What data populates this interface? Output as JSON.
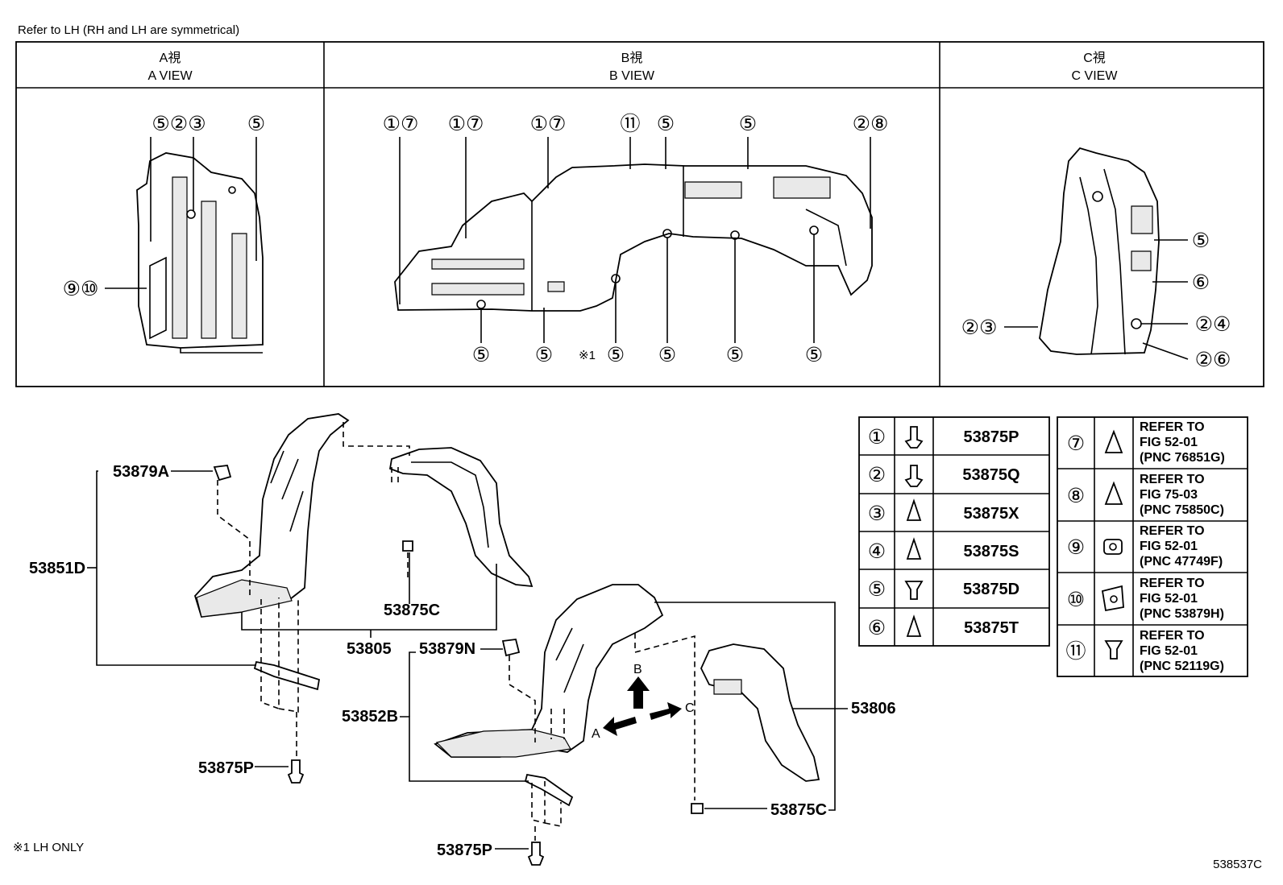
{
  "note_top": "Refer to LH (RH and LH are symmetrical)",
  "note_bottom": "※1 LH ONLY",
  "diagram_code": "538537C",
  "views": [
    {
      "jp": "A視",
      "en": "A VIEW"
    },
    {
      "jp": "B視",
      "en": "B VIEW"
    },
    {
      "jp": "C視",
      "en": "C VIEW"
    }
  ],
  "a_view": {
    "top_callouts": [
      "⑤②③",
      "⑤"
    ],
    "side_callout": "⑨⑩"
  },
  "b_view": {
    "top_callouts": [
      "①⑦",
      "①⑦",
      "①⑦",
      "⑪",
      "⑤",
      "⑤",
      "②⑧"
    ],
    "bottom_callouts": [
      "⑤",
      "⑤",
      "⑤",
      "⑤",
      "⑤",
      "⑤"
    ],
    "lh_mark": "※1"
  },
  "c_view": {
    "left_callout": "②③",
    "right_callouts": [
      "⑤",
      "⑥",
      "②④",
      "②⑥"
    ]
  },
  "parts": {
    "p53879A": "53879A",
    "p53851D": "53851D",
    "p53875C_a": "53875C",
    "p53805": "53805",
    "p53879N": "53879N",
    "p53852B": "53852B",
    "p53875P_a": "53875P",
    "p53806": "53806",
    "p53875C_b": "53875C",
    "p53875P_b": "53875P"
  },
  "arrows": {
    "a": "A",
    "b": "B",
    "c": "C"
  },
  "legend_left": [
    {
      "num": "①",
      "pn": "53875P"
    },
    {
      "num": "②",
      "pn": "53875Q"
    },
    {
      "num": "③",
      "pn": "53875X"
    },
    {
      "num": "④",
      "pn": "53875S"
    },
    {
      "num": "⑤",
      "pn": "53875D"
    },
    {
      "num": "⑥",
      "pn": "53875T"
    }
  ],
  "legend_right": [
    {
      "num": "⑦",
      "line1": "REFER TO",
      "line2": "FIG 52-01",
      "line3": "(PNC 76851G)"
    },
    {
      "num": "⑧",
      "line1": "REFER TO",
      "line2": "FIG 75-03",
      "line3": "(PNC 75850C)"
    },
    {
      "num": "⑨",
      "line1": "REFER TO",
      "line2": "FIG 52-01",
      "line3": "(PNC 47749F)"
    },
    {
      "num": "⑩",
      "line1": "REFER TO",
      "line2": "FIG 52-01",
      "line3": "(PNC 53879H)"
    },
    {
      "num": "⑪",
      "line1": "REFER TO",
      "line2": "FIG 52-01",
      "line3": "(PNC 52119G)"
    }
  ]
}
